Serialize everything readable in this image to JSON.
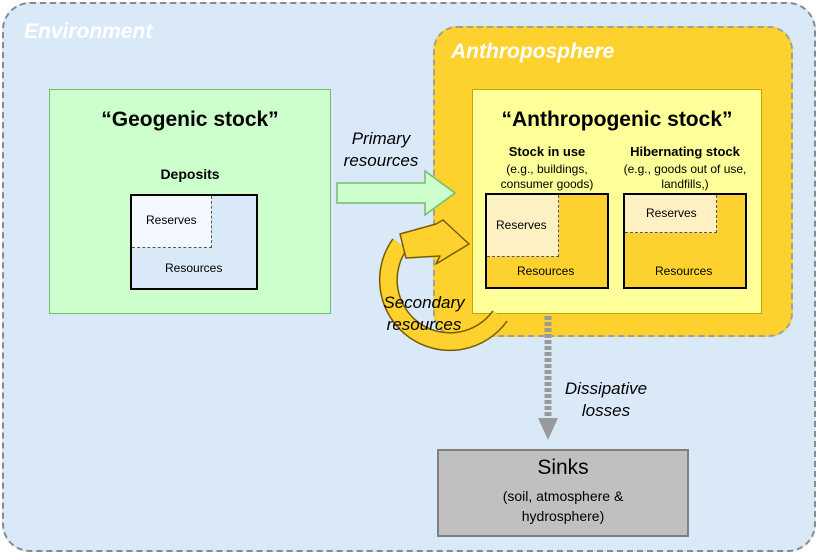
{
  "environment": {
    "title": "Environment"
  },
  "anthroposphere": {
    "title": "Anthroposphere"
  },
  "geogenic": {
    "title": "“Geogenic stock”",
    "deposits_label": "Deposits",
    "reserves_label": "Reserves",
    "resources_label": "Resources"
  },
  "anthropogenic": {
    "title": "“Anthropogenic stock”",
    "stock_in_use": {
      "title": "Stock in use",
      "desc_line1": "(e.g., buildings,",
      "desc_line2": "consumer goods)",
      "reserves_label": "Reserves",
      "resources_label": "Resources"
    },
    "hibernating": {
      "title": "Hibernating stock",
      "desc_line1": "(e.g., goods out of use,",
      "desc_line2": "landfills,)",
      "reserves_label": "Reserves",
      "resources_label": "Resources"
    }
  },
  "flows": {
    "primary_line1": "Primary",
    "primary_line2": "resources",
    "secondary_line1": "Secondary",
    "secondary_line2": "resources",
    "dissipative_line1": "Dissipative",
    "dissipative_line2": "losses"
  },
  "sinks": {
    "title": "Sinks",
    "desc_line1": "(soil, atmosphere &",
    "desc_line2": "hydrosphere)"
  },
  "colors": {
    "environment_bg": "#d9e9f8",
    "anthroposphere_bg": "#fdd22e",
    "geogenic_bg": "#ccffcc",
    "anthropogenic_bg": "#ffff99",
    "sinks_bg": "#c0c0c0"
  }
}
